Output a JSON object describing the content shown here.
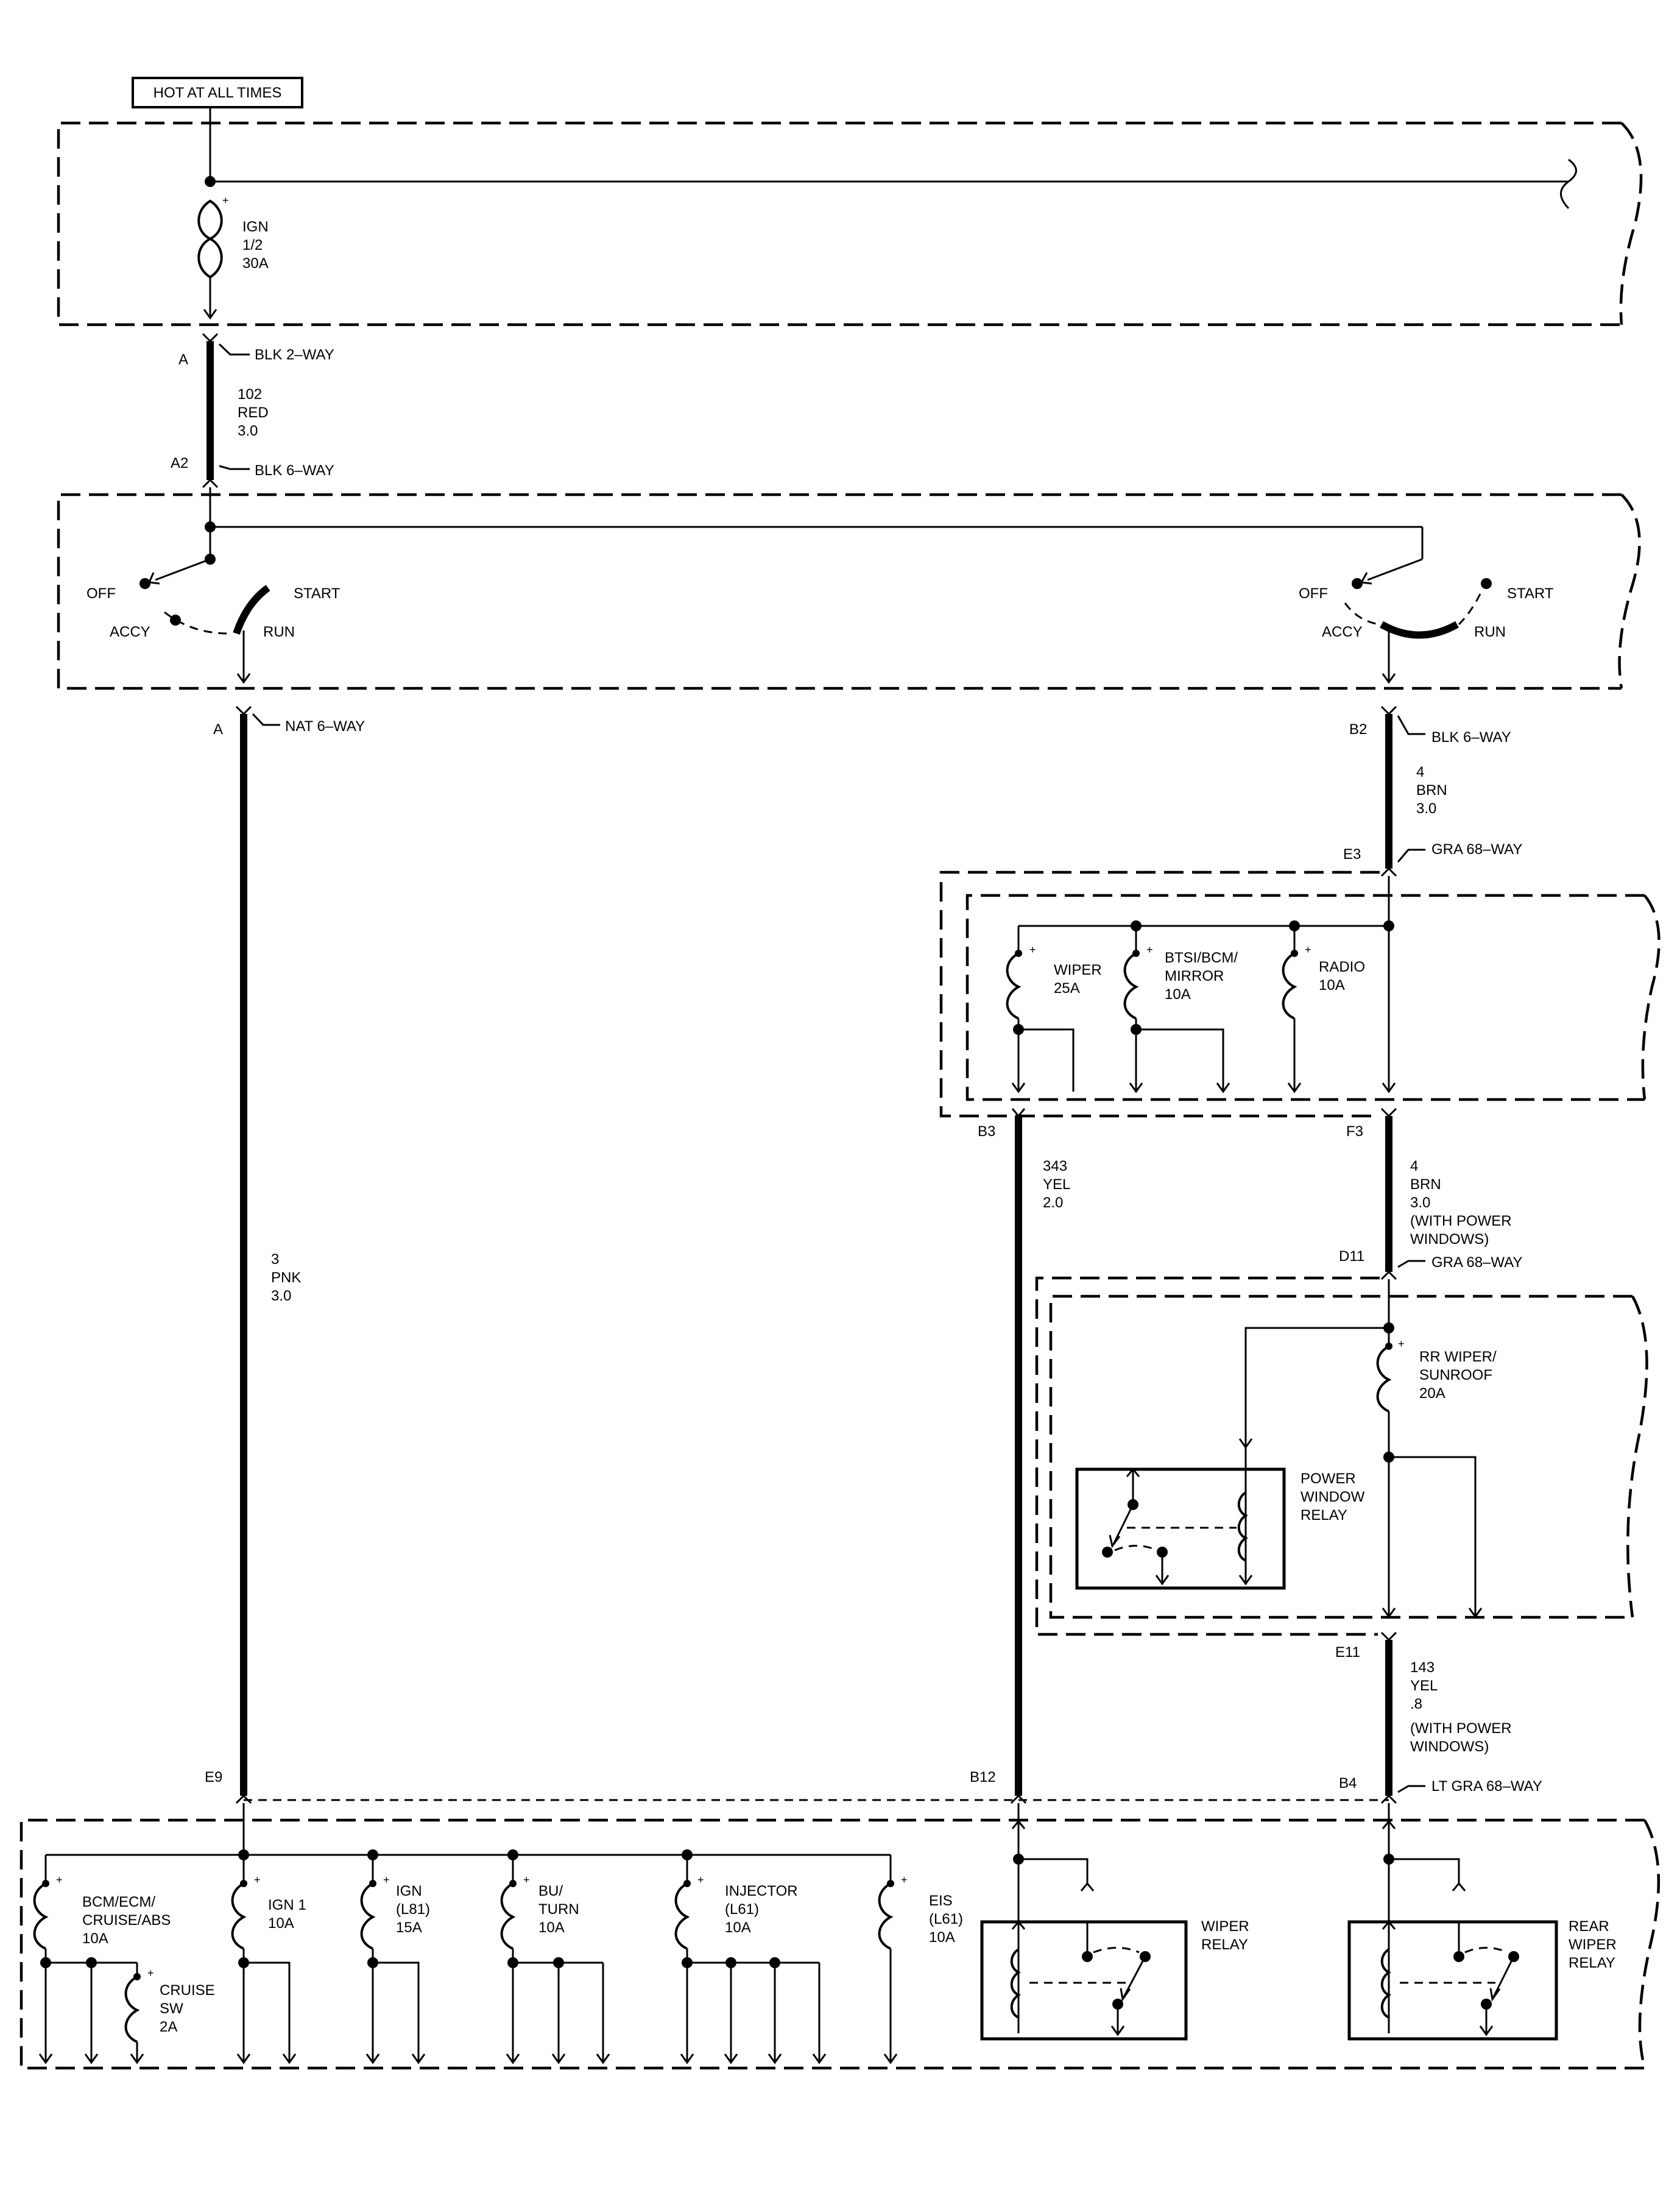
{
  "header": {
    "hot_label": "HOT AT ALL TIMES"
  },
  "fuse_block_top": {
    "fuse": {
      "line1": "IGN",
      "line2": "1/2",
      "line3": "30A"
    }
  },
  "wire_102": {
    "pin_top": "A",
    "conn_top": "BLK 2–WAY",
    "line1": "102",
    "line2": "RED",
    "line3": "3.0",
    "pin_bottom": "A2",
    "conn_bottom": "BLK 6–WAY"
  },
  "ignition_switch": {
    "left": {
      "off": "OFF",
      "start": "START",
      "accy": "ACCY",
      "run": "RUN"
    },
    "right": {
      "off": "OFF",
      "start": "START",
      "accy": "ACCY",
      "run": "RUN"
    }
  },
  "wire_3": {
    "pin_top": "A",
    "conn_top": "NAT 6–WAY",
    "line1": "3",
    "line2": "PNK",
    "line3": "3.0",
    "pin_bottom": "E9"
  },
  "wire_4a": {
    "pin_top": "B2",
    "conn_top": "BLK 6–WAY",
    "line1": "4",
    "line2": "BRN",
    "line3": "3.0",
    "pin_bottom": "E3",
    "conn_bottom": "GRA 68–WAY"
  },
  "fuse_block_mid": {
    "fuses": [
      {
        "line1": "WIPER",
        "line2": "25A",
        "line3": ""
      },
      {
        "line1": "BTSI/BCM/",
        "line2": "MIRROR",
        "line3": "10A"
      },
      {
        "line1": "RADIO",
        "line2": "10A",
        "line3": ""
      }
    ]
  },
  "wire_343": {
    "pin_top": "B3",
    "line1": "343",
    "line2": "YEL",
    "line3": "2.0",
    "pin_bottom": "B12"
  },
  "wire_4b": {
    "pin_top": "F3",
    "line1": "4",
    "line2": "BRN",
    "line3": "3.0",
    "line4": "(WITH POWER",
    "line5": "WINDOWS)",
    "pin_bottom": "D11",
    "conn_bottom": "GRA 68–WAY"
  },
  "fuse_block_lower": {
    "fuse": {
      "line1": "RR WIPER/",
      "line2": "SUNROOF",
      "line3": "20A"
    },
    "relay": {
      "line1": "POWER",
      "line2": "WINDOW",
      "line3": "RELAY"
    }
  },
  "wire_143": {
    "pin_top": "E11",
    "line1": "143",
    "line2": "YEL",
    "line3": ".8",
    "line4": "(WITH POWER",
    "line5": "WINDOWS)",
    "pin_bottom": "B4",
    "conn_bottom": "LT GRA 68–WAY"
  },
  "fuse_block_bottom": {
    "fuses": [
      {
        "line1": "BCM/ECM/",
        "line2": "CRUISE/ABS",
        "line3": "10A"
      },
      {
        "line1": "CRUISE",
        "line2": "SW",
        "line3": "2A"
      },
      {
        "line1": "IGN 1",
        "line2": "10A",
        "line3": ""
      },
      {
        "line1": "IGN",
        "line2": "(L81)",
        "line3": "15A"
      },
      {
        "line1": "BU/",
        "line2": "TURN",
        "line3": "10A"
      },
      {
        "line1": "INJECTOR",
        "line2": "(L61)",
        "line3": "10A"
      },
      {
        "line1": "EIS",
        "line2": "(L61)",
        "line3": "10A"
      }
    ],
    "wiper_relay": {
      "line1": "WIPER",
      "line2": "RELAY"
    },
    "rear_wiper_relay": {
      "line1": "REAR",
      "line2": "WIPER",
      "line3": "RELAY"
    }
  }
}
